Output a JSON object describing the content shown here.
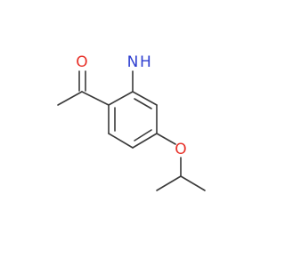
{
  "molecule": {
    "atoms": {
      "oxygen_carbonyl": {
        "symbol": "O",
        "color": "#e8322a"
      },
      "nitrogen_amino": {
        "symbol": "N",
        "hydrogens": "H",
        "color": "#2f3fd0"
      },
      "oxygen_ether": {
        "symbol": "O",
        "color": "#e8322a"
      }
    },
    "bond_color": "#3a3a3a"
  }
}
